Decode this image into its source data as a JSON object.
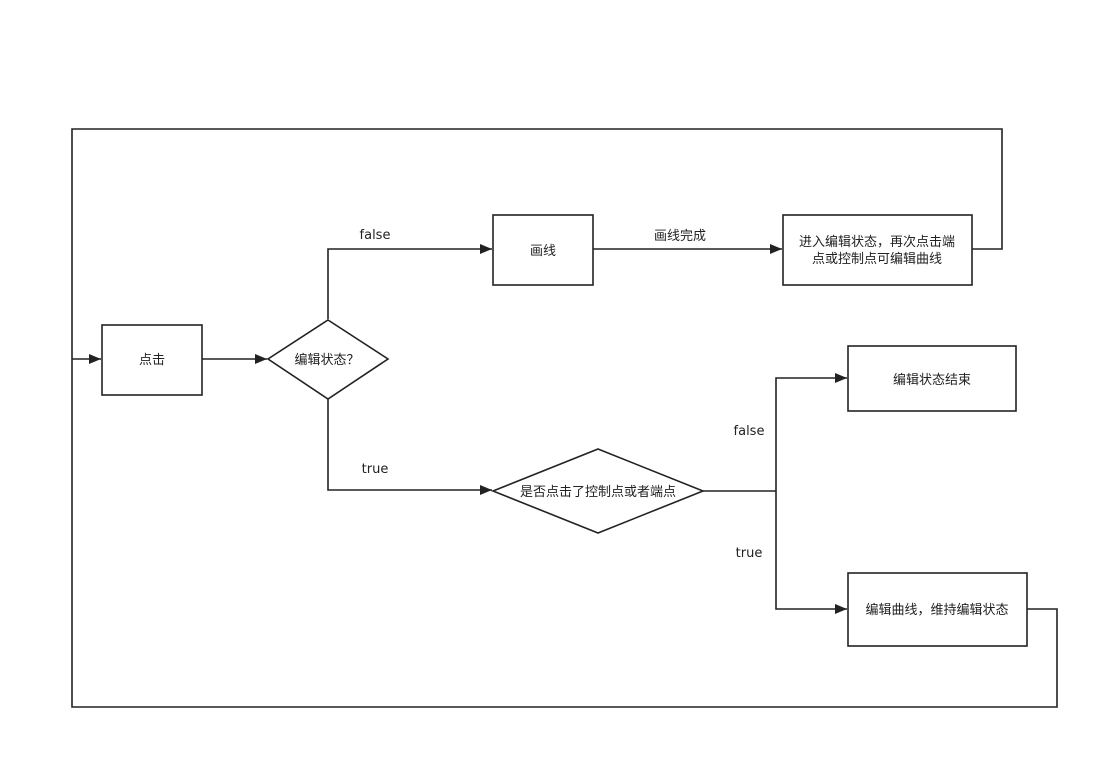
{
  "nodes": {
    "click": "点击",
    "is_editing": "编辑状态？",
    "draw_line": "画线",
    "enter_edit_line1": "进入编辑状态，再次点击端",
    "enter_edit_line2": "点或控制点可编辑曲线",
    "edit_end": "编辑状态结束",
    "hit_control_point": "是否点击了控制点或者端点",
    "edit_curve": "编辑曲线，维持编辑状态"
  },
  "edge_labels": {
    "false_upper": "false",
    "line_done": "画线完成",
    "true_lower": "true",
    "false_right": "false",
    "true_right": "true"
  },
  "colors": {
    "stroke": "#222222",
    "fill": "#ffffff"
  }
}
